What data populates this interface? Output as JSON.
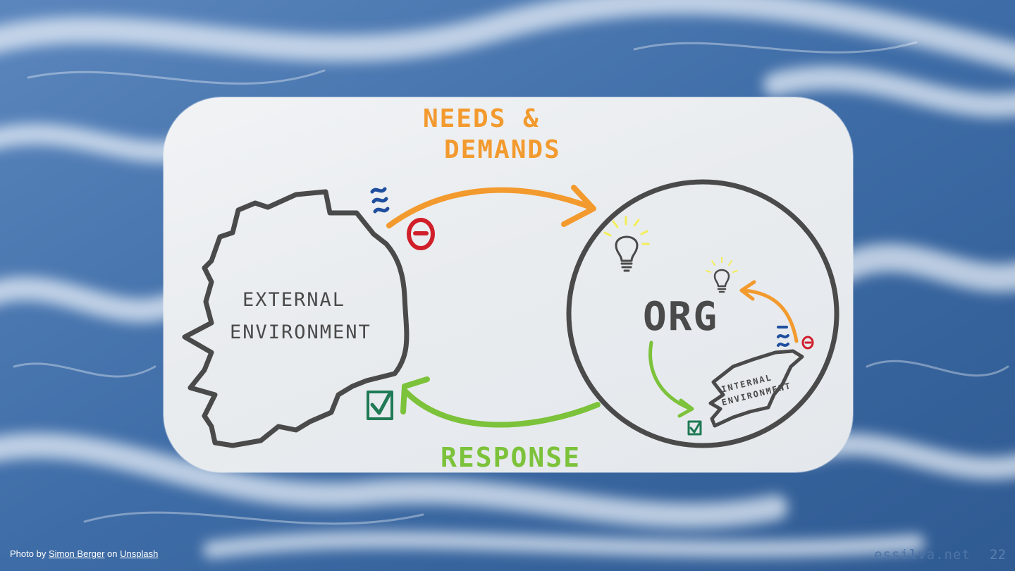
{
  "diagram": {
    "top_label_line1": "NEEDS &",
    "top_label_line2": "DEMANDS",
    "bottom_label": "RESPONSE",
    "external_line1": "EXTERNAL",
    "external_line2": "ENVIRONMENT",
    "org_label": "ORG",
    "internal_line1": "INTERNAL",
    "internal_line2": "ENVIRONMENT"
  },
  "footer": {
    "credit_prefix": "Photo by ",
    "credit_author": "Simon Berger",
    "credit_middle": " on ",
    "credit_source": "Unsplash",
    "site": "essilva.net",
    "slide_number": "22"
  },
  "colors": {
    "outline": "#4a4a4a",
    "needs_arrow": "#f39a2e",
    "response_arrow": "#7cc23a",
    "negative": "#d01f2a",
    "check": "#1f7a55",
    "wave": "#1f4e9e",
    "bulb_glow": "#f2ee5a"
  }
}
